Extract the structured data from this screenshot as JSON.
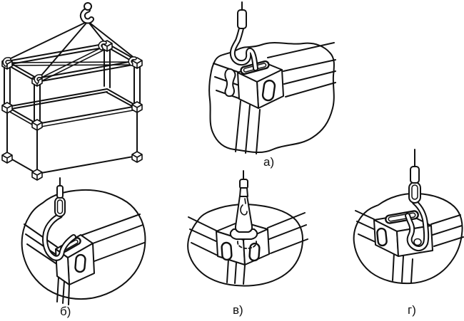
{
  "figure": {
    "background": "#ffffff",
    "ink_color": "#111111",
    "labels": {
      "a": "а)",
      "b": "б)",
      "v": "в)",
      "g": "г)"
    },
    "panels": {
      "main": "container-with-four-leg-sling",
      "a": "hook-engaged-in-top-aperture-of-corner-fitting",
      "b": "hook-tip-engaged-in-top-aperture-from-outside",
      "v": "lifting-lug-inserted-into-corner-fitting",
      "g": "hook-hanging-through-top-aperture"
    }
  }
}
